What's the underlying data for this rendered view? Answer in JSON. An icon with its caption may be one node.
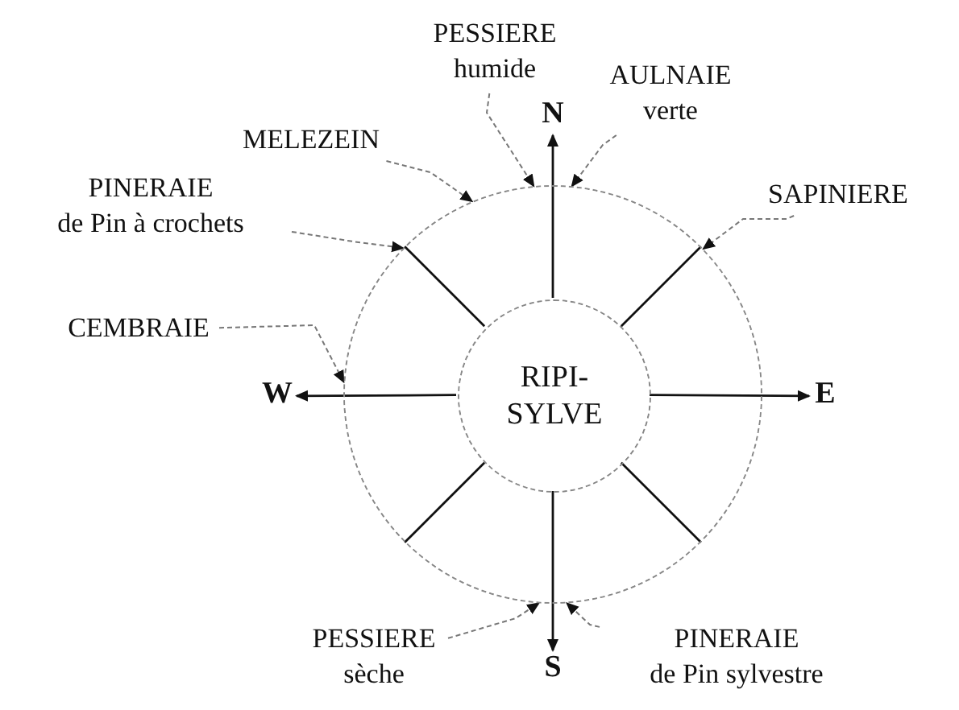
{
  "diagram": {
    "nodes": [
      {
        "text": [
          "PESSIERE",
          "humide"
        ]
      },
      {
        "text": [
          "N"
        ]
      },
      {
        "text": [
          "AULNAIE",
          "verte"
        ]
      },
      {
        "text": [
          "MELEZEIN"
        ]
      },
      {
        "text": [
          "SAPINIERE"
        ]
      },
      {
        "text": [
          "PINERAIE",
          "de Pin à crochets"
        ]
      },
      {
        "text": [],
        "shape": "circle"
      },
      {
        "text": [
          "RIPI- SYLVE"
        ],
        "in": 6
      },
      {
        "text": [
          "CEMBRAIE"
        ]
      },
      {
        "text": [
          "W"
        ]
      },
      {
        "text": [
          "E"
        ]
      },
      {
        "text": [
          "PESSIERE",
          "sèche"
        ]
      },
      {
        "text": [
          "S"
        ]
      },
      {
        "text": [
          "PINERAIE",
          "de Pin sylvestre"
        ]
      }
    ],
    "edges": [
      {
        "from": 7,
        "to": 1,
        "arrow": "to"
      },
      {
        "from": 7,
        "to": 10,
        "arrow": "to"
      },
      {
        "from": 7,
        "to": 12,
        "arrow": "to"
      },
      {
        "from": 7,
        "to": 9,
        "arrow": "to"
      },
      {
        "from": 0,
        "to": 6,
        "arrow": "to",
        "style": "dashed",
        "color": "#777777"
      },
      {
        "from": 2,
        "to": 6,
        "arrow": "to",
        "style": "dashed",
        "color": "#777777"
      },
      {
        "from": 3,
        "to": 6,
        "arrow": "to",
        "style": "dashed",
        "color": "#777777"
      },
      {
        "from": 4,
        "to": 6,
        "arrow": "to",
        "style": "dashed",
        "color": "#777777"
      },
      {
        "from": 5,
        "to": 6,
        "arrow": "to",
        "style": "dashed",
        "color": "#777777"
      },
      {
        "from": 8,
        "to": 6,
        "arrow": "to",
        "style": "dashed",
        "color": "#777777"
      },
      {
        "from": 11,
        "to": 6,
        "arrow": "to",
        "style": "dashed",
        "color": "#777777"
      },
      {
        "from": 13,
        "to": 6,
        "arrow": "to",
        "style": "dashed",
        "color": "#777777"
      },
      {
        "from": 7,
        "to": 6,
        "arrow": "none"
      },
      {
        "from": 7,
        "to": 6,
        "arrow": "none"
      },
      {
        "from": 7,
        "to": 6,
        "arrow": "none"
      },
      {
        "from": 7,
        "to": 6,
        "arrow": "none"
      }
    ]
  }
}
